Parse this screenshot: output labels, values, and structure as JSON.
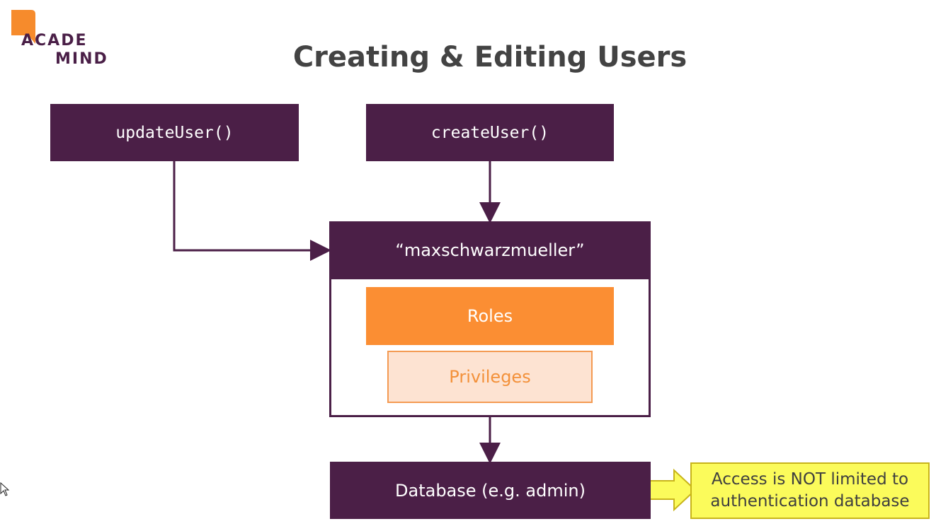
{
  "header": {
    "logo_line1": "ACADE",
    "logo_line2": "MIND",
    "title": "Creating & Editing Users"
  },
  "diagram": {
    "update_user": "updateUser()",
    "create_user": "createUser()",
    "user_name": "“maxschwarzmueller”",
    "roles": "Roles",
    "privileges": "Privileges",
    "database": "Database (e.g. admin)",
    "note_line1": "Access is NOT limited to",
    "note_line2": "authentication database"
  },
  "colors": {
    "dark_purple": "#4b1f47",
    "orange": "#fb8e33",
    "light_orange": "#fde3d2",
    "yellow": "#fbfb5b"
  }
}
